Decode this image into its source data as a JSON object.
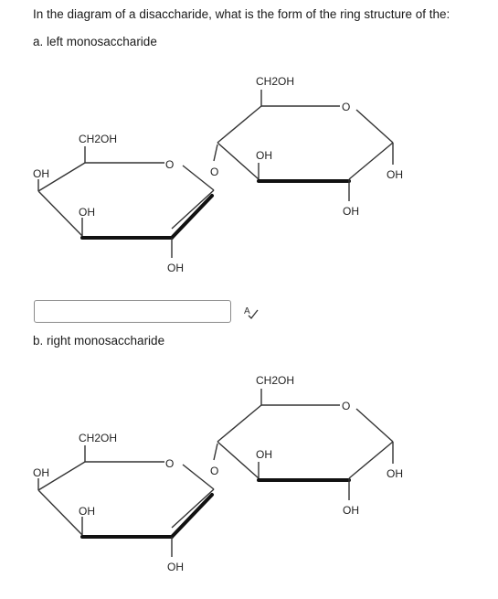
{
  "question": "In the diagram of a disaccharide, what is the form of the ring structure of the:",
  "part_a": {
    "label": "a. left monosaccharide",
    "answer_value": "",
    "answer_placeholder": ""
  },
  "part_b": {
    "label": "b. right monosaccharide"
  },
  "spellcheck_icon": "spellcheck-icon",
  "diagram": {
    "ch2oh": "CH2OH",
    "oh": "OH",
    "o": "O"
  }
}
